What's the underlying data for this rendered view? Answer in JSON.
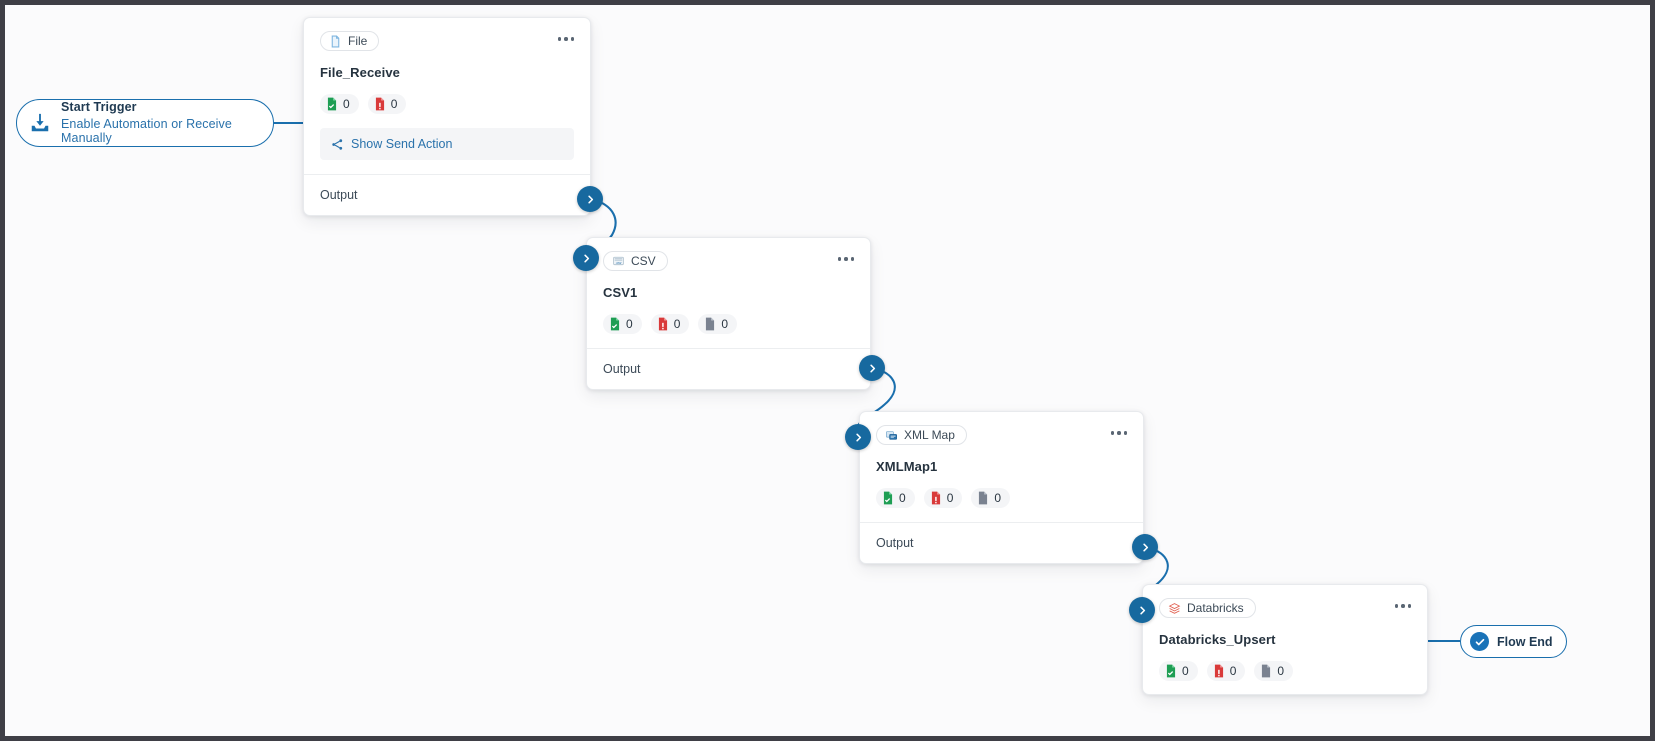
{
  "canvas": {
    "background": "#fbfbfc",
    "edge_color": "#1a6fad",
    "accent": "#17699f"
  },
  "start_trigger": {
    "icon": "inbox-download-icon",
    "title": "Start Trigger",
    "subtitle": "Enable Automation or Receive Manually"
  },
  "flow_end": {
    "icon": "check-circle-icon",
    "label": "Flow End"
  },
  "common": {
    "output_label": "Output",
    "menu_icon": "ellipsis-icon",
    "next_icon": "chevron-right-icon"
  },
  "nodes": [
    {
      "id": "file-receive",
      "badge_label": "File",
      "badge_icon": "file-document-icon",
      "title": "File_Receive",
      "chips": [
        {
          "icon": "file-success-icon",
          "color": "#1e9e54",
          "value": "0"
        },
        {
          "icon": "file-error-icon",
          "color": "#d93a3a",
          "value": "0"
        }
      ],
      "action": {
        "icon": "share-branch-icon",
        "label": "Show Send Action"
      },
      "footer": "Output"
    },
    {
      "id": "csv1",
      "badge_label": "CSV",
      "badge_icon": "csv-file-icon",
      "title": "CSV1",
      "chips": [
        {
          "icon": "file-success-icon",
          "color": "#1e9e54",
          "value": "0"
        },
        {
          "icon": "file-error-icon",
          "color": "#d93a3a",
          "value": "0"
        },
        {
          "icon": "file-blank-icon",
          "color": "#7a8290",
          "value": "0"
        }
      ],
      "footer": "Output"
    },
    {
      "id": "xmlmap1",
      "badge_label": "XML Map",
      "badge_icon": "xml-map-icon",
      "title": "XMLMap1",
      "chips": [
        {
          "icon": "file-success-icon",
          "color": "#1e9e54",
          "value": "0"
        },
        {
          "icon": "file-error-icon",
          "color": "#d93a3a",
          "value": "0"
        },
        {
          "icon": "file-blank-icon",
          "color": "#7a8290",
          "value": "0"
        }
      ],
      "footer": "Output"
    },
    {
      "id": "databricks-upsert",
      "badge_label": "Databricks",
      "badge_icon": "databricks-logo-icon",
      "title": "Databricks_Upsert",
      "chips": [
        {
          "icon": "file-success-icon",
          "color": "#1e9e54",
          "value": "0"
        },
        {
          "icon": "file-error-icon",
          "color": "#d93a3a",
          "value": "0"
        },
        {
          "icon": "file-blank-icon",
          "color": "#7a8290",
          "value": "0"
        }
      ]
    }
  ]
}
